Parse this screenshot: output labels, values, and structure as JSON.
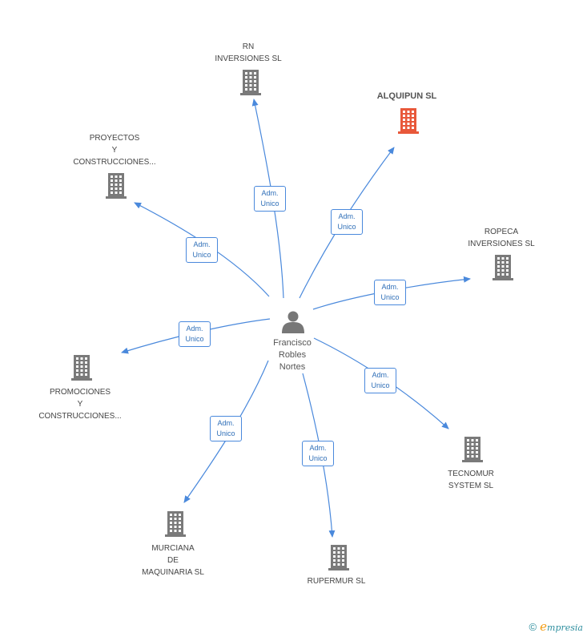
{
  "center": {
    "name_lines": [
      "Francisco",
      "Robles",
      "Nortes"
    ],
    "icon": "person-icon"
  },
  "edge_label": [
    "Adm.",
    "Unico"
  ],
  "colors": {
    "edge": "#4a89dc",
    "building": "#7a7a7a",
    "highlight": "#e8583a"
  },
  "companies": [
    {
      "id": "rn",
      "lines": [
        "RN",
        "INVERSIONES SL"
      ],
      "highlight": false
    },
    {
      "id": "alquipun",
      "lines": [
        "ALQUIPUN SL"
      ],
      "highlight": true
    },
    {
      "id": "proyectos",
      "lines": [
        "PROYECTOS",
        "Y",
        "CONSTRUCCIONES..."
      ],
      "highlight": false
    },
    {
      "id": "ropeca",
      "lines": [
        "ROPECA",
        "INVERSIONES SL"
      ],
      "highlight": false
    },
    {
      "id": "promociones",
      "lines": [
        "PROMOCIONES",
        "Y",
        "CONSTRUCCIONES..."
      ],
      "highlight": false
    },
    {
      "id": "tecnomur",
      "lines": [
        "TECNOMUR",
        "SYSTEM SL"
      ],
      "highlight": false
    },
    {
      "id": "murciana",
      "lines": [
        "MURCIANA",
        "DE",
        "MAQUINARIA SL"
      ],
      "highlight": false
    },
    {
      "id": "rupermur",
      "lines": [
        "RUPERMUR SL"
      ],
      "highlight": false
    }
  ],
  "footer": {
    "copyright": "©",
    "brand_initial": "e",
    "brand_rest": "mpresia"
  }
}
